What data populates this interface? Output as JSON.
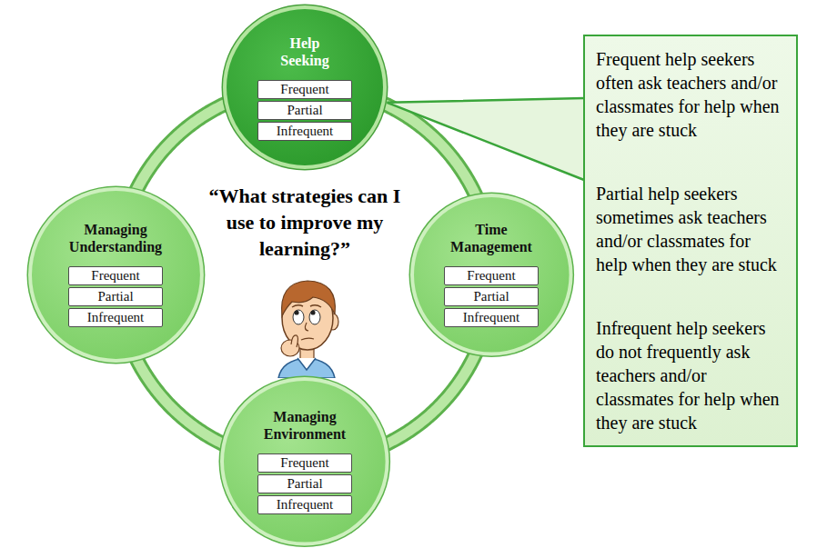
{
  "diagram": {
    "nodes": [
      {
        "text": [
          "Help Seeking"
        ]
      },
      {
        "text": [
          "Frequent"
        ],
        "in": 0
      },
      {
        "text": [
          "Partial"
        ],
        "in": 0
      },
      {
        "text": [
          "Infrequent"
        ],
        "in": 0
      },
      {
        "text": [
          "Managing Understanding"
        ]
      },
      {
        "text": [
          "Frequent"
        ],
        "in": 4
      },
      {
        "text": [
          "Partial"
        ],
        "in": 4
      },
      {
        "text": [
          "Infrequent"
        ],
        "in": 4
      },
      {
        "text": [
          "Time Management"
        ]
      },
      {
        "text": [
          "Frequent"
        ],
        "in": 8
      },
      {
        "text": [
          "Partial"
        ],
        "in": 8
      },
      {
        "text": [
          "Infrequent"
        ],
        "in": 8
      },
      {
        "text": [
          "Managing Environment"
        ]
      },
      {
        "text": [
          "Frequent"
        ],
        "in": 12
      },
      {
        "text": [
          "Partial"
        ],
        "in": 12
      },
      {
        "text": [
          "Infrequent"
        ],
        "in": 12
      },
      {
        "text": [
          "Frequent help seekers often ask teachers and/or classmates for help when they are stuck",
          "Partial help seekers sometimes ask teachers and/or classmates for help when they are stuck",
          "Infrequent help seekers do not frequently ask teachers and/or classmates for help when they are stuck"
        ]
      }
    ],
    "edges": [
      {
        "from": 0,
        "to": 8,
        "arrow": "none"
      },
      {
        "from": 8,
        "to": 12,
        "arrow": "none"
      },
      {
        "from": 12,
        "to": 4,
        "arrow": "none"
      },
      {
        "from": 4,
        "to": 0,
        "arrow": "none"
      },
      {
        "from": 16,
        "to": 0,
        "arrow": "none"
      }
    ],
    "labels": [
      "“What strategies can I use to improve my learning?”"
    ]
  }
}
